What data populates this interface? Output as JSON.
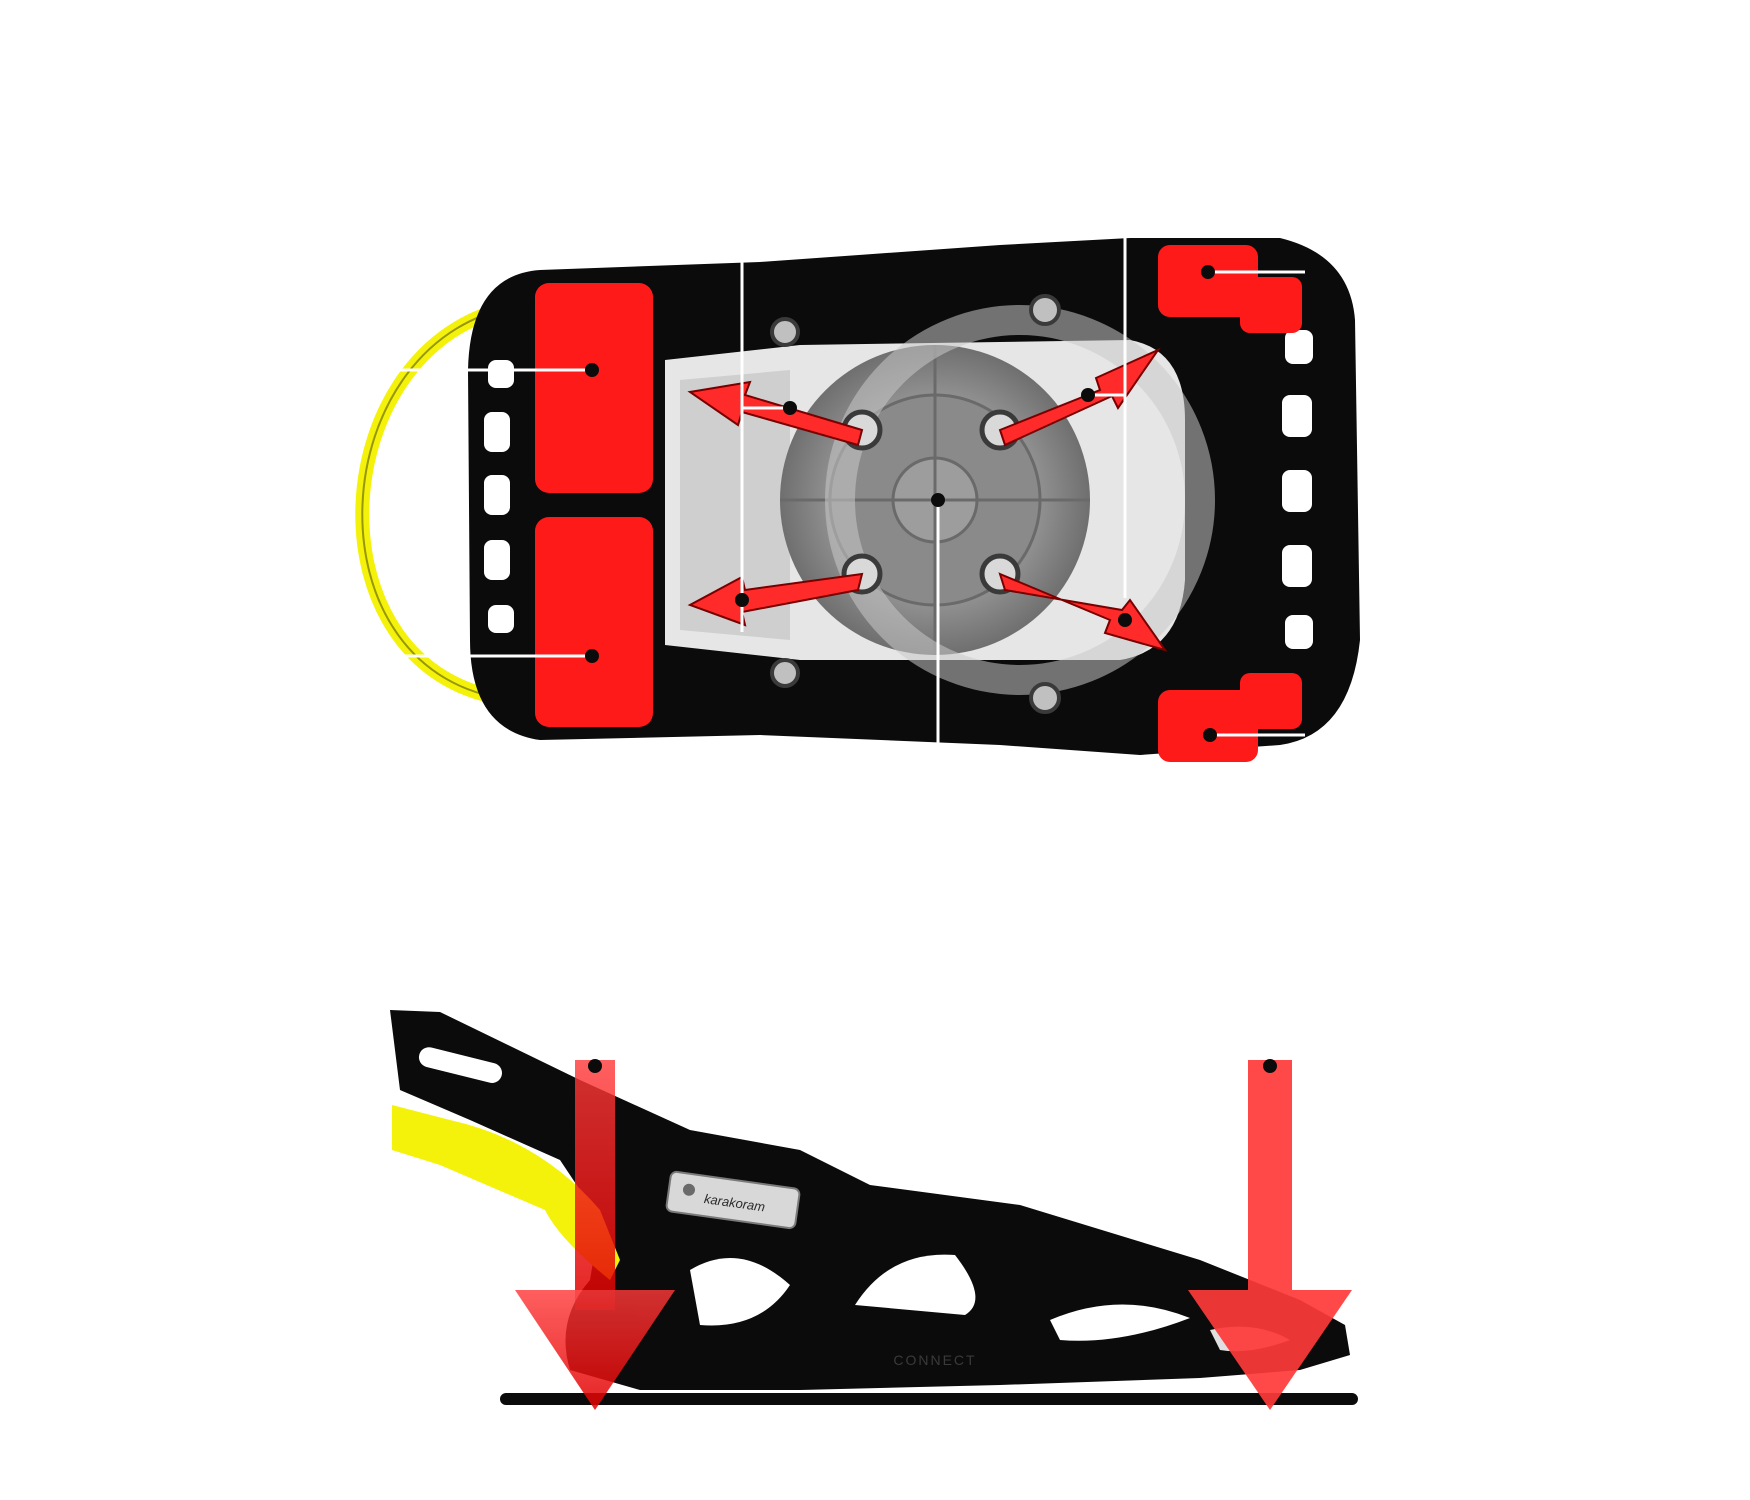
{
  "diagram": {
    "views": [
      {
        "name": "top-view"
      },
      {
        "name": "side-view"
      }
    ],
    "branding": {
      "logo_text": "karakoram",
      "rail_text": "CONNECT"
    },
    "colors": {
      "background": "#ffffff",
      "frame": "#0b0b0b",
      "pad_red": "#ff1a1a",
      "arrow_red": "#ff2a2a",
      "force_arrow": "#ff3a3a",
      "bail_yellow": "#f4f20a",
      "disc_gray": "#9a9a9a",
      "plate_light": "#e6e6e6",
      "leader_white": "#ffffff"
    },
    "top_view": {
      "pads": [
        "heel-pad-upper",
        "heel-pad-lower",
        "toe-pad-upper",
        "toe-pad-lower"
      ],
      "spread_arrows": 4,
      "bolt_holes": 4
    },
    "side_view": {
      "force_arrows": 2
    }
  }
}
